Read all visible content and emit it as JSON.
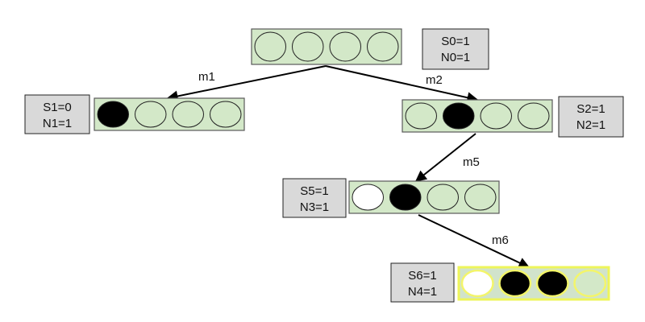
{
  "diagram": {
    "type": "search-tree",
    "nodes": [
      {
        "id": "n0",
        "cells": [
          "empty",
          "empty",
          "empty",
          "empty"
        ],
        "labels": [
          "S0=1",
          "N0=1"
        ],
        "highlight": false
      },
      {
        "id": "n1",
        "cells": [
          "black",
          "empty",
          "empty",
          "empty"
        ],
        "labels": [
          "S1=0",
          "N1=1"
        ],
        "highlight": false
      },
      {
        "id": "n2",
        "cells": [
          "empty",
          "black",
          "empty",
          "empty"
        ],
        "labels": [
          "S2=1",
          "N2=1"
        ],
        "highlight": false
      },
      {
        "id": "n3",
        "cells": [
          "white",
          "black",
          "empty",
          "empty"
        ],
        "labels": [
          "S5=1",
          "N3=1"
        ],
        "highlight": false
      },
      {
        "id": "n4",
        "cells": [
          "white",
          "black",
          "black",
          "empty"
        ],
        "labels": [
          "S6=1",
          "N4=1"
        ],
        "highlight": true
      }
    ],
    "edges": [
      {
        "from": "n0",
        "to": "n1",
        "label": "m1"
      },
      {
        "from": "n0",
        "to": "n2",
        "label": "m2"
      },
      {
        "from": "n2",
        "to": "n3",
        "label": "m5"
      },
      {
        "from": "n3",
        "to": "n4",
        "label": "m6"
      }
    ],
    "colors": {
      "node_fill": "#d3e8c8",
      "label_fill": "#d9d9d9",
      "highlight_border": "#eef55a",
      "filled_cell": "#000000",
      "visited_cell": "#ffffff"
    }
  }
}
